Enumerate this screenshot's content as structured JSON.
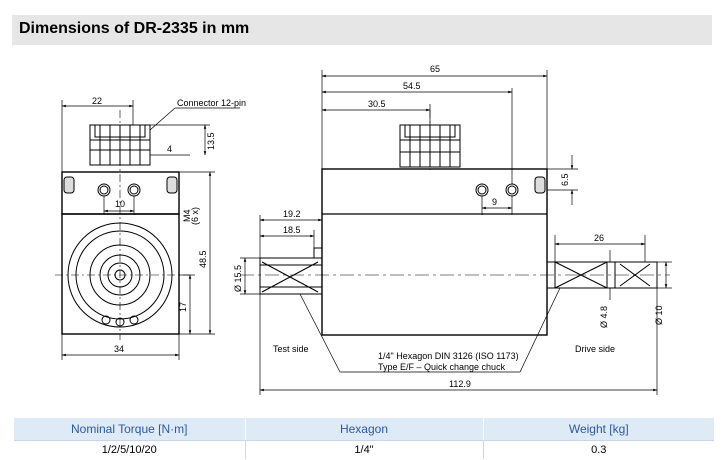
{
  "header": {
    "title": "Dimensions of DR-2335 in mm"
  },
  "drawing": {
    "left": {
      "dim_22": "22",
      "connector": "Connector 12-pin",
      "dim_4": "4",
      "dim_13_5": "13.5",
      "dim_10": "10",
      "dim_m4": "M4",
      "dim_6x": "(6 x)",
      "dim_48_5": "48.5",
      "dim_17": "17",
      "dim_34": "34"
    },
    "right": {
      "dim_65": "65",
      "dim_54_5": "54.5",
      "dim_30_5": "30.5",
      "dim_6_5": "6.5",
      "dim_9": "9",
      "dim_19_2": "19.2",
      "dim_18_5": "18.5",
      "dim_26": "26",
      "dim_d15_5": "Ø 15.5",
      "dim_d4_8": "Ø 4.8",
      "dim_d10": "Ø 10",
      "test_side": "Test side",
      "drive_side": "Drive side",
      "hex_note_1": "1/4\" Hexagon DIN 3126 (ISO 1173)",
      "hex_note_2": "Type E/F – Quick change chuck",
      "dim_112_9": "112.9"
    }
  },
  "spec_table": {
    "headers": [
      "Nominal Torque [N·m]",
      "Hexagon",
      "Weight [kg]"
    ],
    "row": [
      "1/2/5/10/20",
      "1/4\"",
      "0.3"
    ]
  }
}
